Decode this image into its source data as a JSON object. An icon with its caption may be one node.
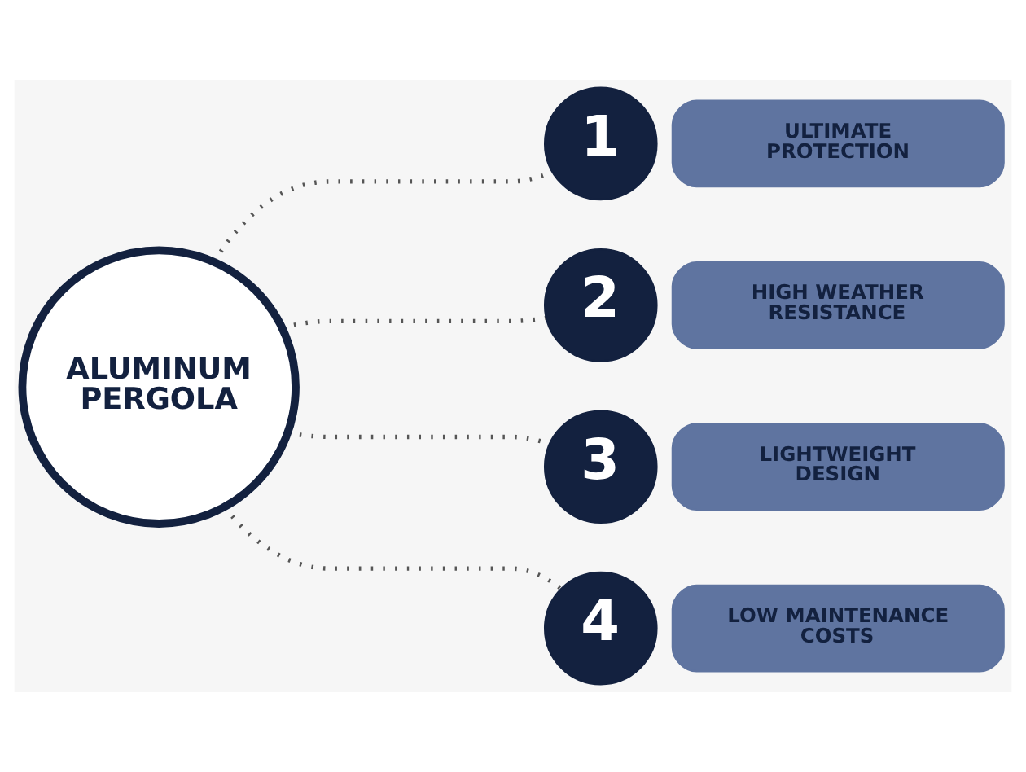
{
  "diagram": {
    "nodes": [
      {
        "text": [
          "ALUMINUM PERGOLA"
        ]
      },
      {
        "text": [
          "1"
        ]
      },
      {
        "text": [
          "ULTIMATE PROTECTION"
        ]
      },
      {
        "text": [
          "2"
        ]
      },
      {
        "text": [
          "HIGH WEATHER RESISTANCE"
        ]
      },
      {
        "text": [
          "3"
        ]
      },
      {
        "text": [
          "LIGHTWEIGHT DESIGN"
        ]
      },
      {
        "text": [
          "4"
        ]
      },
      {
        "text": [
          "LOW MAINTENANCE COSTS"
        ]
      }
    ],
    "edges": [
      {
        "from": 0,
        "to": 1,
        "arrow": "none",
        "style": "dashed"
      },
      {
        "from": 0,
        "to": 3,
        "arrow": "none",
        "style": "dashed"
      },
      {
        "from": 0,
        "to": 5,
        "arrow": "none",
        "style": "dashed"
      },
      {
        "from": 0,
        "to": 7,
        "arrow": "none",
        "style": "dashed"
      }
    ]
  }
}
